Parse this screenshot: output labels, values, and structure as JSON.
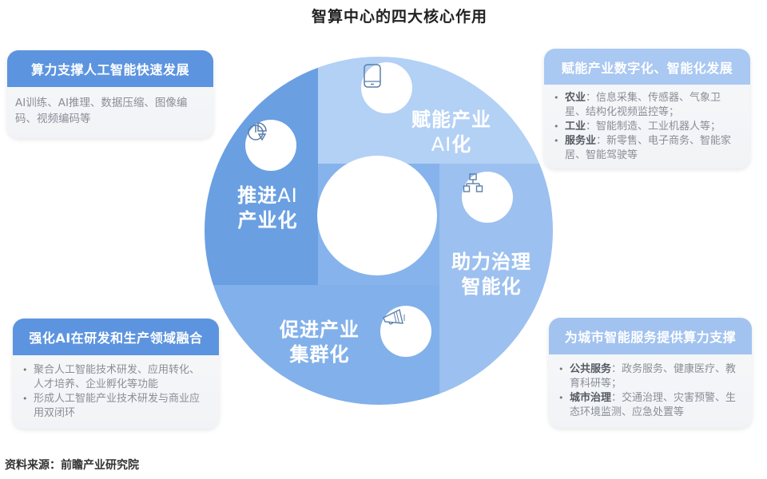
{
  "title": "智算中心的四大核心作用",
  "colors": {
    "segment_top_left": "#6a9fe2",
    "segment_top_right": "#b3d0f5",
    "segment_bottom_right": "#9cc0ef",
    "segment_bottom_left": "#82b0ea",
    "card_header_dark": "#5d94df",
    "card_header_light": "#a9c8f2",
    "inner_hole": "#ffffff"
  },
  "segments": [
    {
      "id": "top-left",
      "line1_bold": "推进",
      "line1_thin": "AI",
      "line2": "产业化",
      "icon": "pie-chart-icon"
    },
    {
      "id": "top-right",
      "line1": "赋能产业",
      "line2_thin": "AI",
      "line2_bold": "化",
      "icon": "tablet-icon"
    },
    {
      "id": "bottom-right",
      "line1": "助力治理",
      "line2": "智能化",
      "icon": "org-chart-icon"
    },
    {
      "id": "bottom-left",
      "line1": "促进产业",
      "line2": "集群化",
      "icon": "megaphone-icon"
    }
  ],
  "cards": {
    "top_left": {
      "header": "算力支撑人工智能快速发展",
      "body": "AI训练、AI推理、数据压缩、图像编码、视频编码等"
    },
    "top_right": {
      "header": "赋能产业数字化、智能化发展",
      "items": [
        {
          "bold": "农业",
          "text": "：信息采集、传感器、气象卫星、结构化视频监控等；"
        },
        {
          "bold": "工业",
          "text": "：智能制造、工业机器人等；"
        },
        {
          "bold": "服务业",
          "text": "：新零售、电子商务、智能家居、智能驾驶等"
        }
      ]
    },
    "bottom_left": {
      "header": "强化AI在研发和生产领域融合",
      "items": [
        {
          "text": "聚合人工智能技术研发、应用转化、人才培养、企业孵化等功能"
        },
        {
          "text": "形成人工智能产业技术研发与商业应用双闭环"
        }
      ]
    },
    "bottom_right": {
      "header": "为城市智能服务提供算力支撑",
      "items": [
        {
          "bold": "公共服务",
          "text": "：政务服务、健康医疗、教育科研等；"
        },
        {
          "bold": "城市治理",
          "text": "：交通治理、灾害预警、生态环境监测、应急处置等"
        }
      ]
    }
  },
  "source": "资料来源：前瞻产业研究院"
}
